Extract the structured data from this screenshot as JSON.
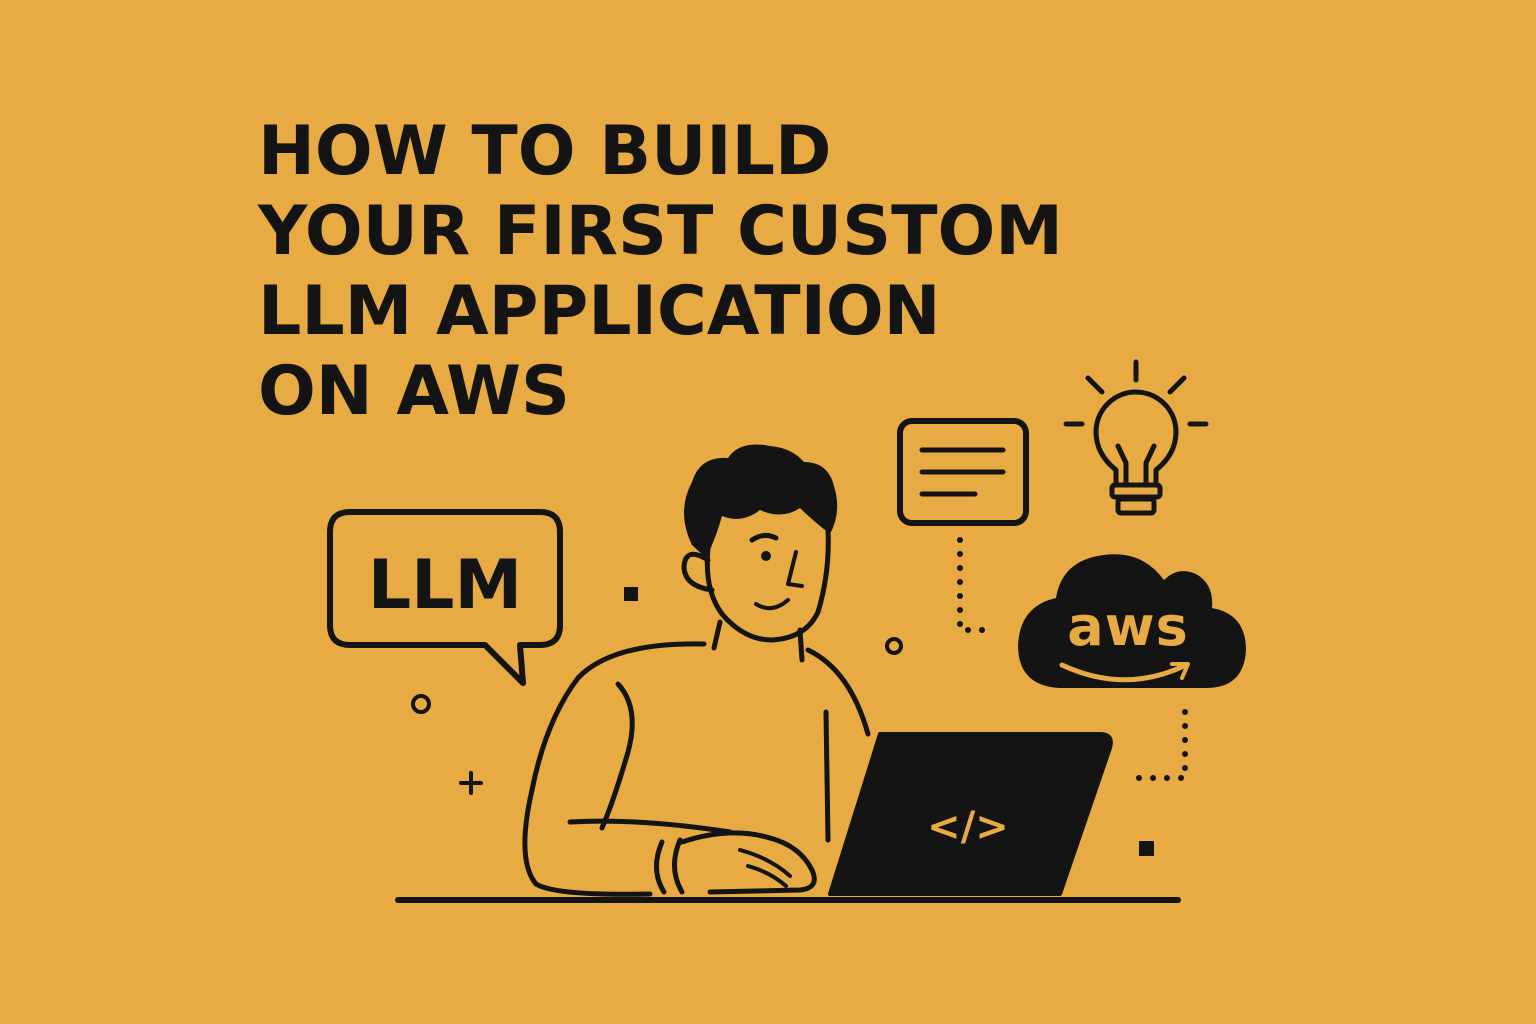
{
  "headline": {
    "lines": [
      "HOW TO BUILD",
      "YOUR FIRST CUSTOM",
      "LLM APPLICATION",
      "ON AWS"
    ]
  },
  "speech_bubble": {
    "label": "LLM"
  },
  "cloud": {
    "label": "aws"
  },
  "laptop": {
    "code_symbol": "</>"
  },
  "colors": {
    "background": "#E8AA42",
    "ink": "#141414",
    "accent": "#E8AA42"
  },
  "icons": [
    "speech-bubble-icon",
    "document-icon",
    "lightbulb-icon",
    "aws-cloud-icon",
    "code-icon",
    "laptop-icon"
  ]
}
